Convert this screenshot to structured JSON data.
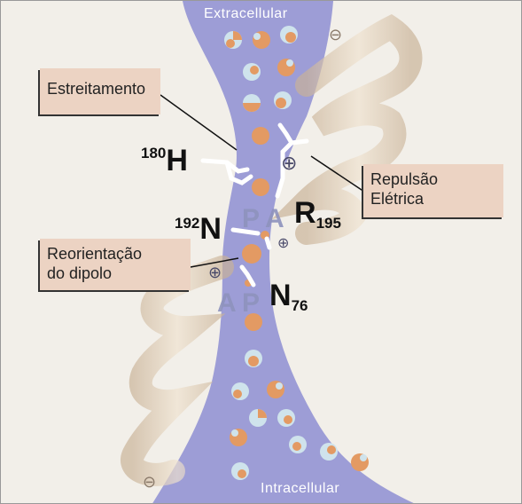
{
  "regions": {
    "top": "Extracellular",
    "bottom": "Intracellular"
  },
  "labels": {
    "narrowing": "Estreitamento",
    "repulsion_line1": "Repulsão",
    "repulsion_line2": "Elétrica",
    "reorientation_line1": "Reorientação",
    "reorientation_line2": "do dipolo"
  },
  "residues": {
    "his": {
      "number": "180",
      "letter": "H"
    },
    "asn192": {
      "number": "192",
      "letter": "N"
    },
    "arg": {
      "letter": "R",
      "number": "195"
    },
    "asn76": {
      "letter": "N",
      "number": "76"
    }
  },
  "motifs": {
    "upper": [
      "N",
      "P",
      "A"
    ],
    "lower": [
      "A",
      "P"
    ]
  },
  "charges": {
    "plus": "⊕",
    "minus": "⊖"
  },
  "colors": {
    "channel": "#9d9dd6",
    "helix": "#dccab1",
    "oxygen": "#e39a63",
    "hydrogen": "#cfe3ec",
    "label_box": "#ecd3c3"
  }
}
